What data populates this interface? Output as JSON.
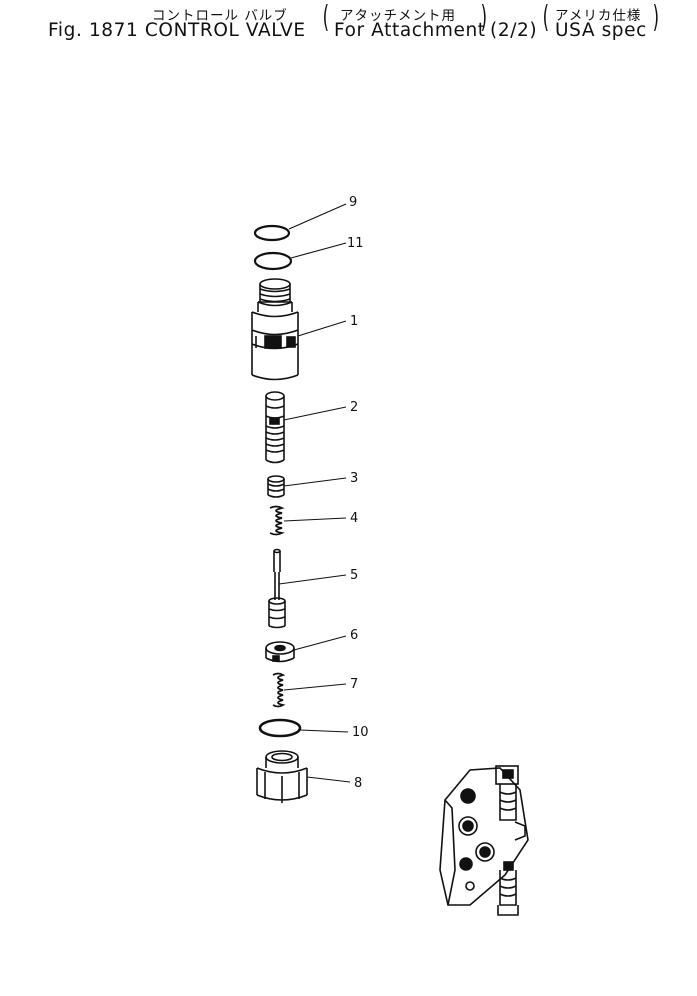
{
  "title": {
    "jp_main": "コントロール バルブ",
    "jp_attachment": "アタッチメント用",
    "jp_usa": "アメリカ仕様",
    "fig": "Fig. 1871 CONTROL VALVE",
    "for_attachment": "For Attachment",
    "page": "(2/2)",
    "usa_spec": "USA spec"
  },
  "callouts": [
    {
      "id": "9",
      "label": "9"
    },
    {
      "id": "11",
      "label": "11"
    },
    {
      "id": "1",
      "label": "1"
    },
    {
      "id": "2",
      "label": "2"
    },
    {
      "id": "3",
      "label": "3"
    },
    {
      "id": "4",
      "label": "4"
    },
    {
      "id": "5",
      "label": "5"
    },
    {
      "id": "6",
      "label": "6"
    },
    {
      "id": "7",
      "label": "7"
    },
    {
      "id": "10",
      "label": "10"
    },
    {
      "id": "8",
      "label": "8"
    }
  ]
}
